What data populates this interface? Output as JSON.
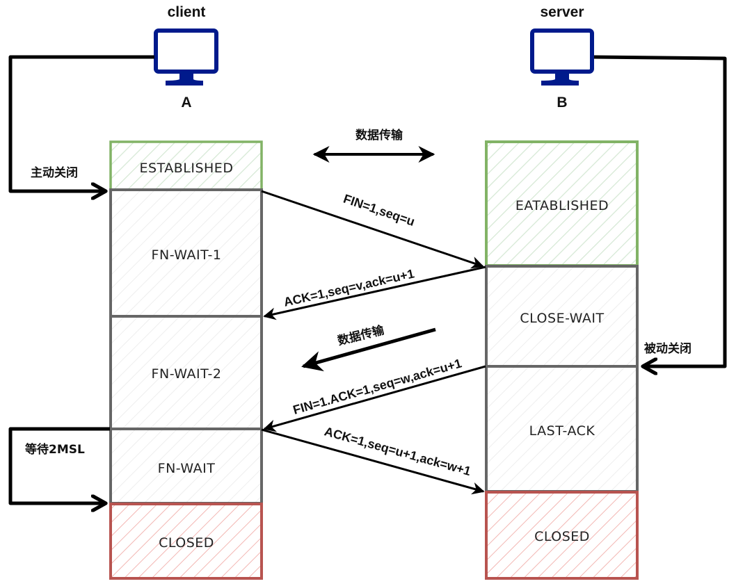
{
  "colors": {
    "monitor": "#001a8c",
    "established_stroke": "#82b366",
    "established_hatch": "#d5e8d4",
    "neutral_stroke": "#666666",
    "neutral_hatch": "#eeeeee",
    "closed_stroke": "#b85450",
    "closed_hatch": "#f3b7b3",
    "arrow": "#000000"
  },
  "hosts": {
    "client": {
      "title": "client",
      "name": "A",
      "icon": "monitor-icon"
    },
    "server": {
      "title": "server",
      "name": "B",
      "icon": "monitor-icon"
    }
  },
  "client_states": [
    {
      "label": "ESTABLISHED",
      "kind": "established"
    },
    {
      "label": "FN-WAIT-1",
      "kind": "neutral"
    },
    {
      "label": "FN-WAIT-2",
      "kind": "neutral"
    },
    {
      "label": "FN-WAIT",
      "kind": "neutral"
    },
    {
      "label": "CLOSED",
      "kind": "closed"
    }
  ],
  "server_states": [
    {
      "label": "EATABLISHED",
      "kind": "established"
    },
    {
      "label": "CLOSE-WAIT",
      "kind": "neutral"
    },
    {
      "label": "LAST-ACK",
      "kind": "neutral"
    },
    {
      "label": "CLOSED",
      "kind": "closed"
    }
  ],
  "annotations": {
    "active_close": "主动关闭",
    "passive_close": "被动关闭",
    "wait_2msl": "等待2MSL",
    "data_transfer_both": "数据传输",
    "data_transfer_server": "数据传输"
  },
  "messages": [
    {
      "label": "FIN=1,seq=u",
      "direction": "client-to-server"
    },
    {
      "label": "ACK=1,seq=v,ack=u+1",
      "direction": "server-to-client"
    },
    {
      "label": "FIN=1.ACK=1,seq=w,ack=u+1",
      "direction": "server-to-client"
    },
    {
      "label": "ACK=1,seq=u+1,ack=w+1",
      "direction": "client-to-server"
    }
  ]
}
